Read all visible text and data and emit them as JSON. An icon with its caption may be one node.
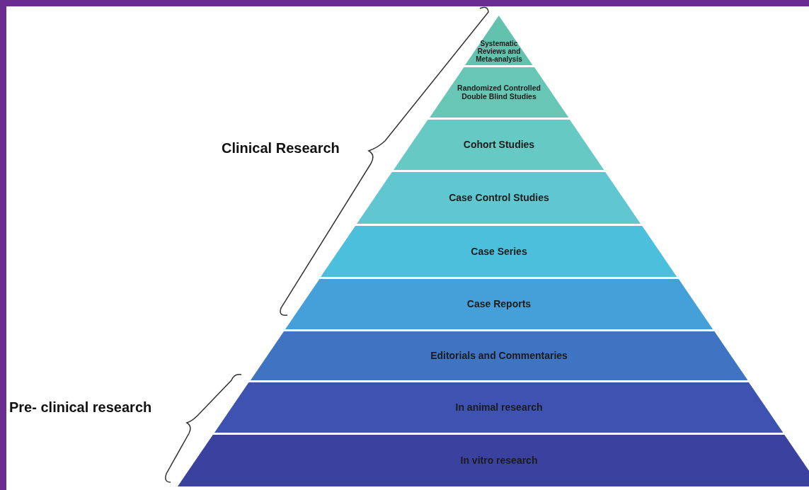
{
  "diagram": {
    "nodes": [
      {
        "text": [
          "Systematic Reviews and Meta-analysis"
        ]
      },
      {
        "text": [
          "Randomized Controlled Double Blind Studies"
        ]
      },
      {
        "text": [
          "Cohort Studies"
        ]
      },
      {
        "text": [
          "Case Control Studies"
        ]
      },
      {
        "text": [
          "Case Series"
        ]
      },
      {
        "text": [
          "Case Reports"
        ]
      },
      {
        "text": [
          "Editorials and Commentaries"
        ]
      },
      {
        "text": [
          "In animal research"
        ]
      },
      {
        "text": [
          "In vitro research"
        ]
      }
    ],
    "labels": [
      "Clinical Research",
      "Pre- clinical research"
    ]
  }
}
